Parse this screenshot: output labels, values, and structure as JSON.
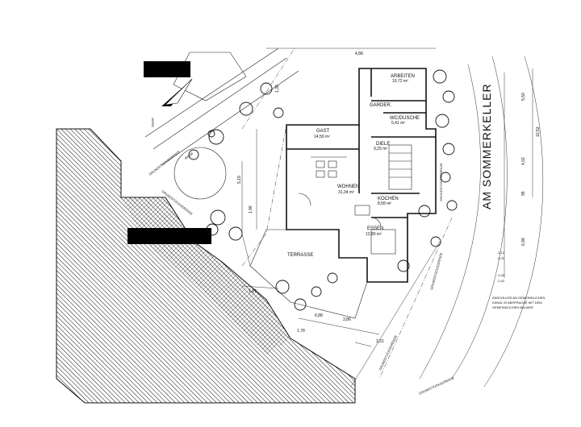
{
  "street": "AM SOMMERKELLER",
  "rooms": [
    {
      "key": "arbeiten",
      "name": "ARBEITEN",
      "area": "10,72 m²"
    },
    {
      "key": "garderobe",
      "name": "GARDER.",
      "area": ""
    },
    {
      "key": "wc",
      "name": "WC/DUSCHE",
      "area": "5,41 m²"
    },
    {
      "key": "gast",
      "name": "GAST",
      "area": "14,59 m²"
    },
    {
      "key": "diele",
      "name": "DIELE",
      "area": "9,25 m²"
    },
    {
      "key": "wohnen",
      "name": "WOHNEN",
      "area": "31,34 m²"
    },
    {
      "key": "kochen",
      "name": "KOCHEN",
      "area": "8,58 m²"
    },
    {
      "key": "essen",
      "name": "ESSEN",
      "area": "12,80 m²"
    },
    {
      "key": "terrasse",
      "name": "TERRASSE",
      "area": ""
    }
  ],
  "boundary_labels": [
    "GRUNDSTÜCKSGRENZE",
    "GRUNDSTÜCKSGRENZE",
    "GRUNDSTÜCKSGRENZE",
    "GRUNDSTÜCKSGRENZE",
    "GRUNDSTÜCKSGRENZE"
  ],
  "misc_labels": {
    "baum": "BAUM",
    "north": "NORD"
  },
  "dimensions": {
    "right_vertical": [
      "5,50",
      "10,53",
      "4,02",
      "95",
      "6,98"
    ],
    "bottom": [
      "6,88",
      "3,86",
      "2,31"
    ],
    "left": [
      "5,19",
      "1,96",
      "1,97",
      "1,78"
    ],
    "top": [
      "1,38",
      "4,88"
    ]
  },
  "levels": [
    "-2,12",
    "-2,20",
    "-2,34",
    "-2,42"
  ],
  "note": [
    "ANSCHLUSS AN GEMEINDLICHEN",
    "KANAL IN ABSPRACHE MIT DEM",
    "GEMEINDLICHEN BAUAMT"
  ],
  "footer_label": "GRUNDSTÜCKSGRENZE"
}
